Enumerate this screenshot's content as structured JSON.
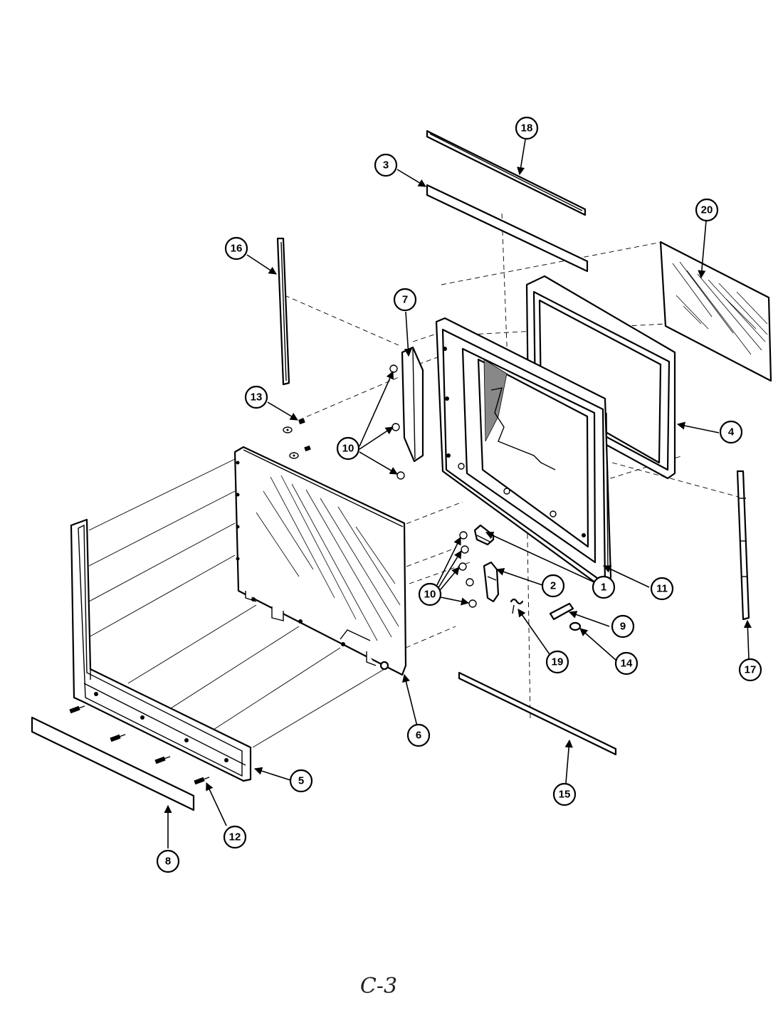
{
  "diagram": {
    "page_code": "C-3",
    "callouts": [
      "1",
      "2",
      "3",
      "4",
      "5",
      "6",
      "7",
      "8",
      "9",
      "10",
      "11",
      "12",
      "13",
      "14",
      "15",
      "16",
      "17",
      "18",
      "19",
      "20"
    ]
  }
}
